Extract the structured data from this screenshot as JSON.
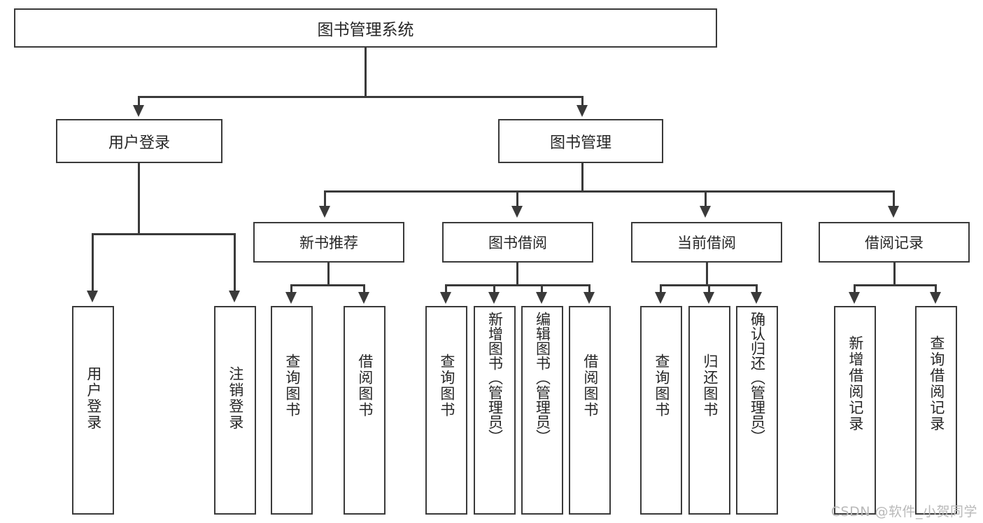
{
  "diagram": {
    "title": "图书管理系统",
    "watermark": "CSDN @软件_小贺同学",
    "colors": {
      "stroke": "#3a3a3a",
      "fill": "#ffffff",
      "text": "#262626",
      "watermark": "#b9b9b9"
    },
    "root": {
      "label": "图书管理系统"
    },
    "level2": [
      {
        "label": "用户登录"
      },
      {
        "label": "图书管理"
      }
    ],
    "level3": [
      {
        "label": "新书推荐"
      },
      {
        "label": "图书借阅"
      },
      {
        "label": "当前借阅"
      },
      {
        "label": "借阅记录"
      }
    ],
    "leaves": {
      "user_login": [
        {
          "label": "用户登录"
        },
        {
          "label": "注销登录"
        }
      ],
      "new_book": [
        {
          "label": "查询图书"
        },
        {
          "label": "借阅图书"
        }
      ],
      "book_borrow": [
        {
          "label": "查询图书"
        },
        {
          "label": "新增图书（管理员）"
        },
        {
          "label": "编辑图书（管理员）"
        },
        {
          "label": "借阅图书"
        }
      ],
      "current_borrow": [
        {
          "label": "查询图书"
        },
        {
          "label": "归还图书"
        },
        {
          "label": "确认归还（管理员）"
        }
      ],
      "borrow_record": [
        {
          "label": "新增借阅记录"
        },
        {
          "label": "查询借阅记录"
        }
      ]
    }
  }
}
